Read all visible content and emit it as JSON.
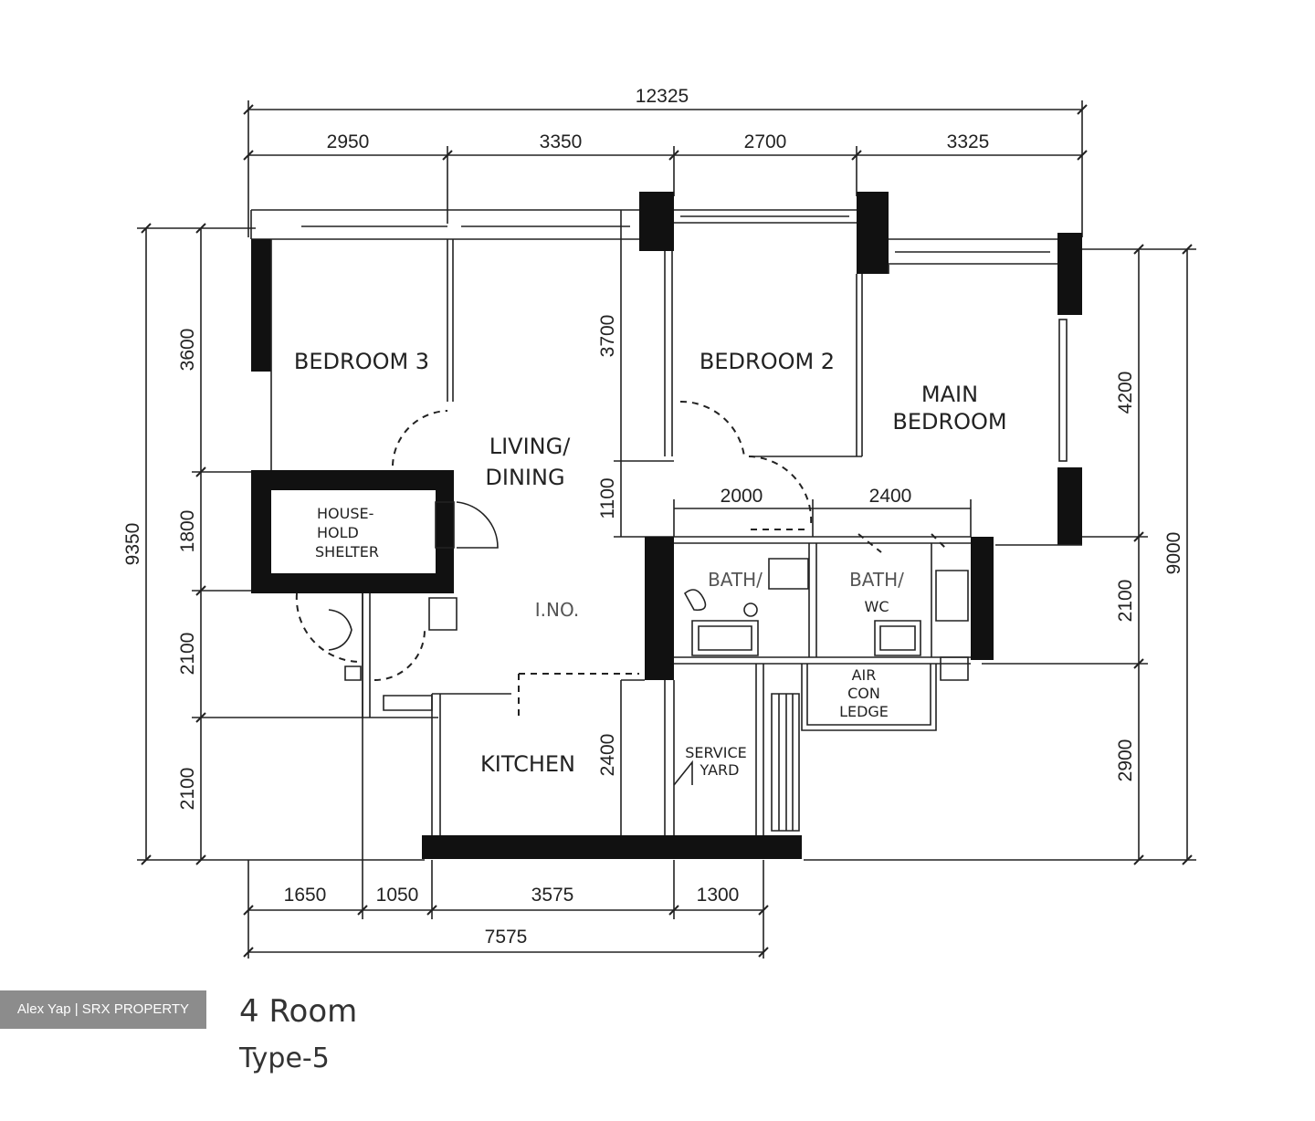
{
  "dimensions": {
    "top_total": "12325",
    "top": [
      "2950",
      "3350",
      "2700",
      "3325"
    ],
    "left_total": "9350",
    "left": [
      "3600",
      "1800",
      "2100",
      "2100"
    ],
    "right_total": "9000",
    "right": [
      "4200",
      "2100",
      "2900"
    ],
    "bottom": [
      "1650",
      "1050",
      "3575",
      "1300"
    ],
    "bottom_total": "7575",
    "inner_vertical": [
      "3700",
      "1100"
    ],
    "inner_horizontal": [
      "2000",
      "2400"
    ],
    "kitchen_depth": "2400"
  },
  "rooms": {
    "bedroom3": "BEDROOM 3",
    "bedroom2": "BEDROOM 2",
    "main_bedroom_1": "MAIN",
    "main_bedroom_2": "BEDROOM",
    "living_1": "LIVING/",
    "living_2": "DINING",
    "shelter_1": "HOUSE-",
    "shelter_2": "HOLD",
    "shelter_3": "SHELTER",
    "bath1": "BATH/",
    "bath2": "BATH/",
    "bath2_sub": "WC",
    "ledge_1": "AIR",
    "ledge_2": "CON",
    "ledge_3": "LEDGE",
    "kitchen": "KITCHEN",
    "service_1": "SERVICE",
    "service_2": "YARD",
    "corridor": "I.NO."
  },
  "watermark": "Alex Yap | SRX PROPERTY",
  "caption": {
    "title": "4 Room",
    "type": "Type-5"
  }
}
